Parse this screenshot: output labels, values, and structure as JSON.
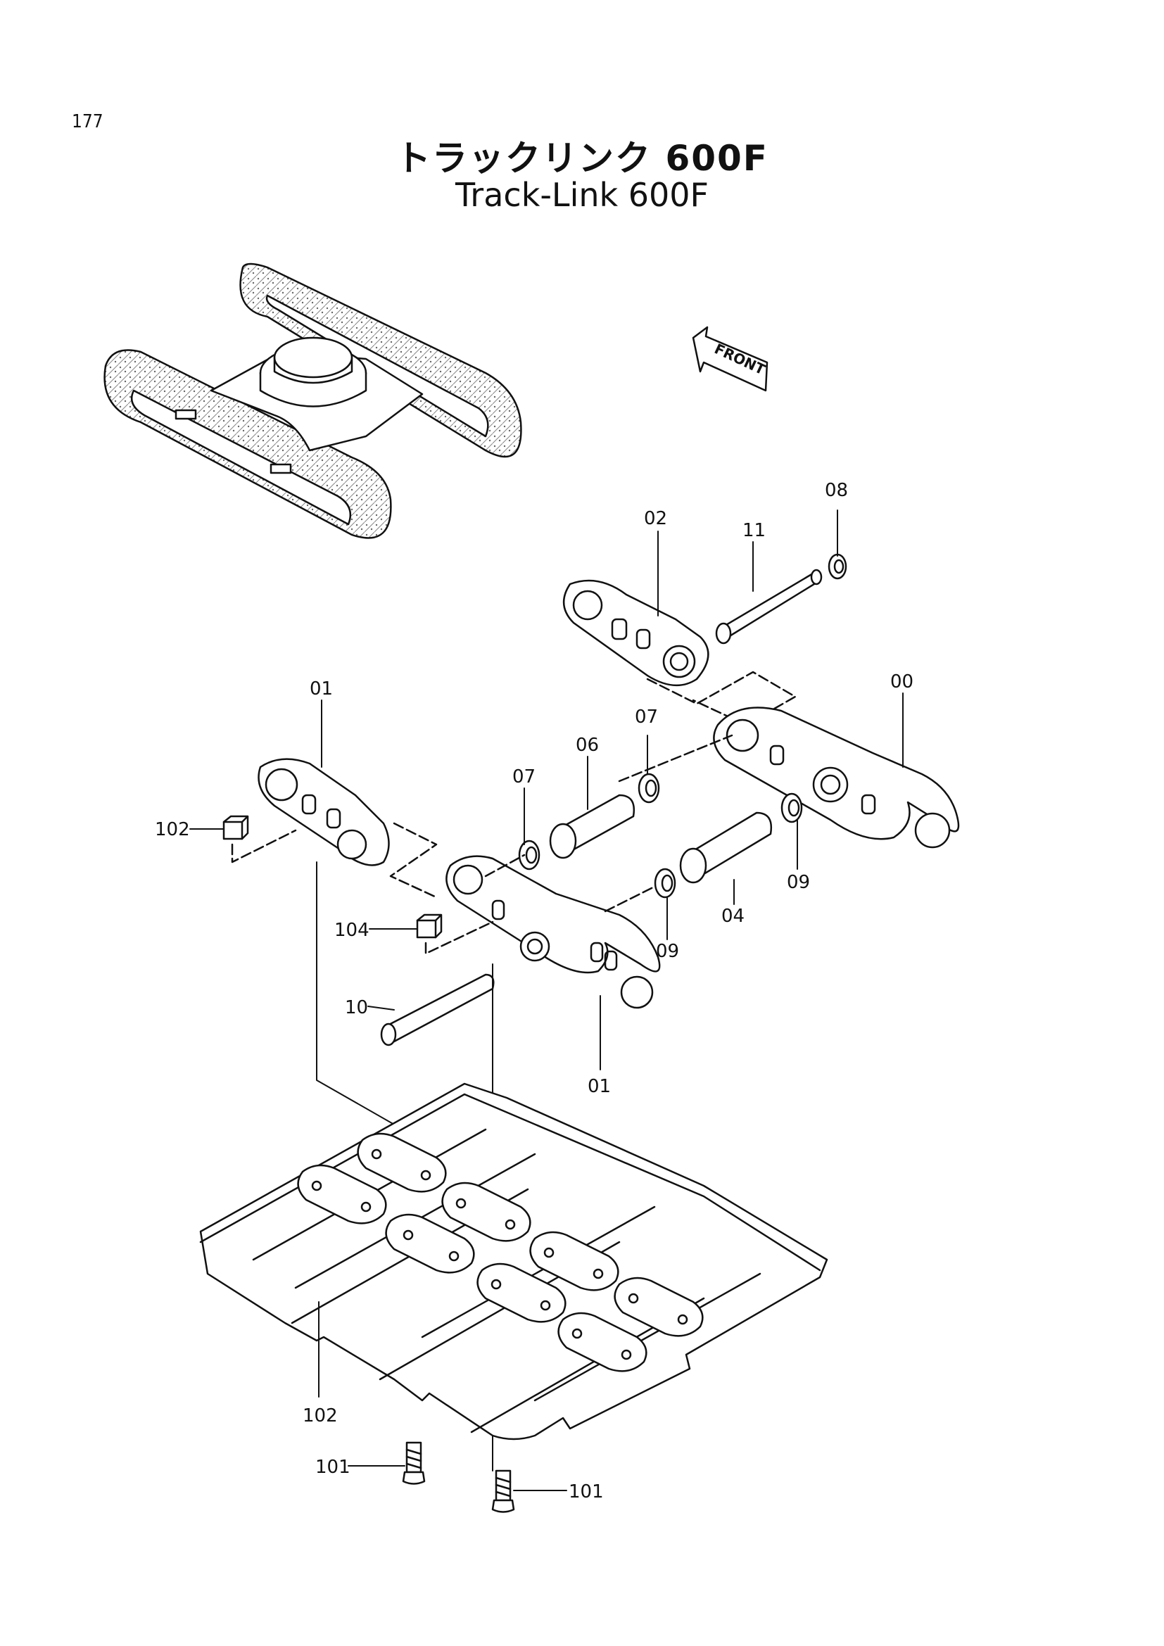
{
  "page_number": "177",
  "title": {
    "japanese": "トラックリンク 600F",
    "english": "Track-Link 600F"
  },
  "front_arrow_text": "FRONT",
  "parts": [
    {
      "id": "00",
      "label": "00"
    },
    {
      "id": "01a",
      "label": "01"
    },
    {
      "id": "01b",
      "label": "01"
    },
    {
      "id": "02",
      "label": "02"
    },
    {
      "id": "04",
      "label": "04"
    },
    {
      "id": "06",
      "label": "06"
    },
    {
      "id": "07a",
      "label": "07"
    },
    {
      "id": "07b",
      "label": "07"
    },
    {
      "id": "08",
      "label": "08"
    },
    {
      "id": "09a",
      "label": "09"
    },
    {
      "id": "09b",
      "label": "09"
    },
    {
      "id": "10",
      "label": "10"
    },
    {
      "id": "11",
      "label": "11"
    },
    {
      "id": "101a",
      "label": "101"
    },
    {
      "id": "101b",
      "label": "101"
    },
    {
      "id": "102a",
      "label": "102"
    },
    {
      "id": "102b",
      "label": "102"
    },
    {
      "id": "104",
      "label": "104"
    }
  ]
}
